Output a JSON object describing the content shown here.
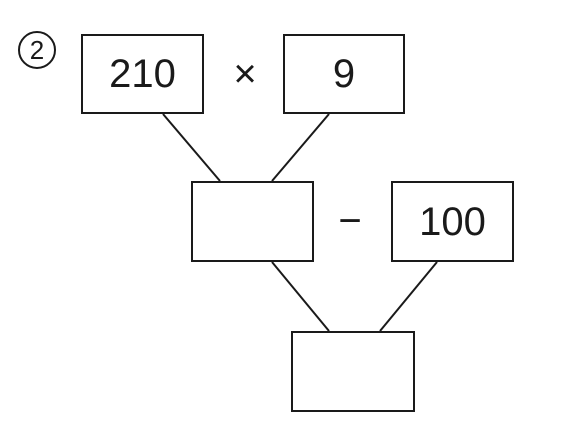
{
  "problem": {
    "marker": "2"
  },
  "diagram": {
    "row1": {
      "left_value": "210",
      "operator": "×",
      "right_value": "9"
    },
    "row2": {
      "left_value": "",
      "operator": "−",
      "right_value": "100"
    },
    "row3": {
      "result_value": ""
    }
  },
  "colors": {
    "ink": "#1a1a1a",
    "background": "#ffffff"
  }
}
